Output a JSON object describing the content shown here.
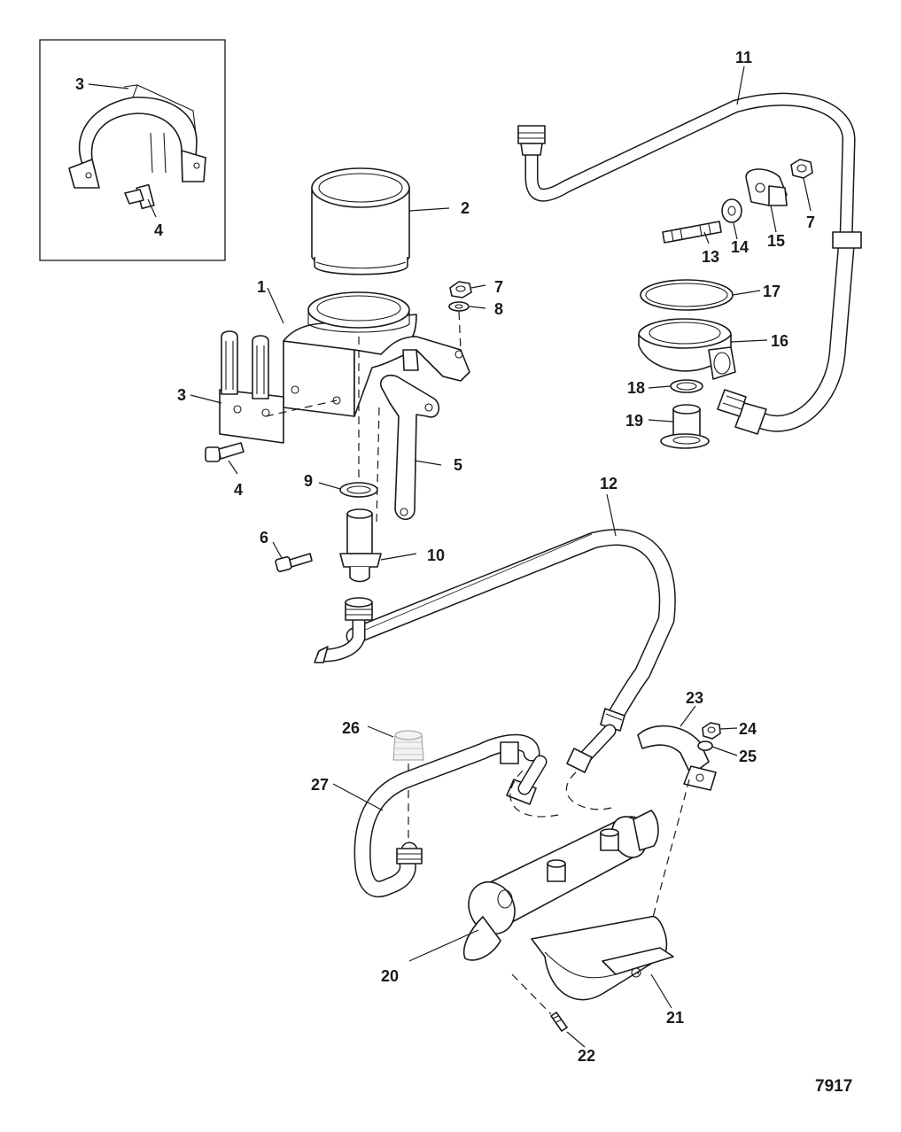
{
  "figure_number": "7917",
  "callouts": {
    "inset_bracket": "3",
    "inset_screw": "4",
    "filter": "2",
    "filter_bracket": "1",
    "nut_a": "7",
    "washer_a": "8",
    "plate": "3",
    "screw": "4",
    "support_arm": "5",
    "o_ring_small": "9",
    "screw_small": "6",
    "adapter": "10",
    "pipe_upper": "11",
    "stud": "13",
    "washer_b": "14",
    "clip": "15",
    "nut_b": "7",
    "gasket_large": "17",
    "filter_head": "16",
    "o_ring_b": "18",
    "fitting": "19",
    "hose_long": "12",
    "cap": "26",
    "hose_return": "27",
    "strap_upper": "23",
    "nut_c": "24",
    "washer_c": "25",
    "cooler": "20",
    "strap_lower": "21",
    "screw_lower": "22"
  }
}
